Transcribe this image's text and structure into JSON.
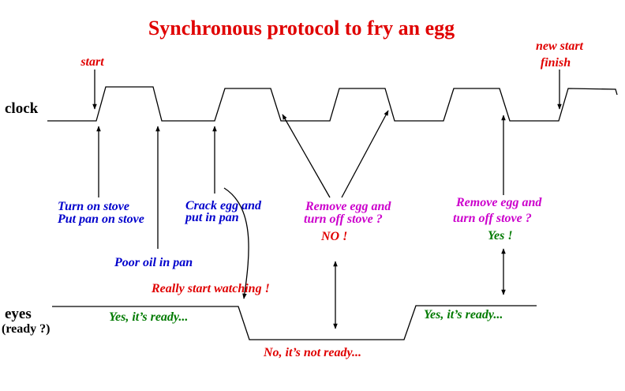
{
  "title": "Synchronous protocol to fry an egg",
  "colors": {
    "red": "#e00000",
    "blue": "#0000cc",
    "magenta": "#cc00cc",
    "green": "#007a00",
    "black": "#000000"
  },
  "signals": {
    "clock": "clock",
    "eyes": "eyes",
    "eyes_sub": "(ready ?)"
  },
  "markers": {
    "start": "start",
    "new_start": "new start",
    "finish": "finish"
  },
  "steps": {
    "turn_on_stove": "Turn on stove",
    "put_pan_on_stove": "Put pan on stove",
    "poor_oil": "Poor oil in pan",
    "crack_egg": "Crack egg and",
    "put_in_pan": "put in pan",
    "remove_egg_1": "Remove egg and",
    "turn_off_1": "turn off stove  ?",
    "no": "NO !",
    "remove_egg_2": "Remove egg and",
    "turn_off_2": "turn off stove  ?",
    "yes": "Yes !",
    "really_start": "Really start watching !"
  },
  "eyes_states": {
    "ready_1": "Yes, it’s ready...",
    "not_ready": "No, it’s not ready...",
    "ready_2": "Yes, it’s ready..."
  }
}
